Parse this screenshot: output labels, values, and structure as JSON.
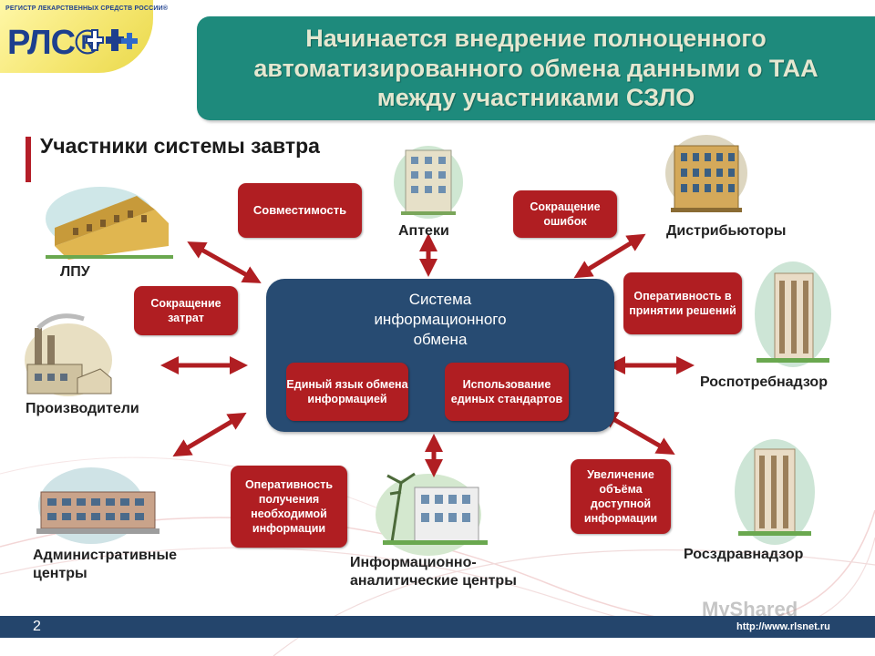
{
  "logo": {
    "tagline": "РЕГИСТР ЛЕКАРСТВЕННЫХ СРЕДСТВ РОССИИ®",
    "name": "РЛС®"
  },
  "title": "Начинается внедрение полноценного автоматизированного обмена данными о ТАА между участниками СЗЛО",
  "subtitle": "Участники системы завтра",
  "center": {
    "title": "Система информационного обмена",
    "items": [
      "Единый язык обмена информацией",
      "Использование единых стандартов"
    ]
  },
  "participants": {
    "lpu": "ЛПУ",
    "pharmacies": "Аптеки",
    "distributors": "Дистрибьюторы",
    "producers": "Производители",
    "rospotrebnadzor": "Роспотребнадзор",
    "admin_centers": "Административные центры",
    "info_centers": "Информационно-аналитические центры",
    "roszdravnadzor": "Росздравнадзор"
  },
  "benefits": {
    "compatibility": "Совместимость",
    "error_reduction": "Сокращение ошибок",
    "cost_reduction": "Сокращение затрат",
    "decision_speed": "Оперативность в принятии решений",
    "info_speed": "Оперативность получения необходимой информации",
    "info_volume": "Увеличение объёма доступной информации"
  },
  "footer": {
    "page": "2",
    "url": "http://www.rlsnet.ru",
    "watermark": "MyShared"
  },
  "colors": {
    "title_bg": "#1e8a7c",
    "system_bg": "#274b72",
    "benefit_bg": "#b01e22",
    "arrow": "#b01e22",
    "footer_bg": "#24456c"
  }
}
